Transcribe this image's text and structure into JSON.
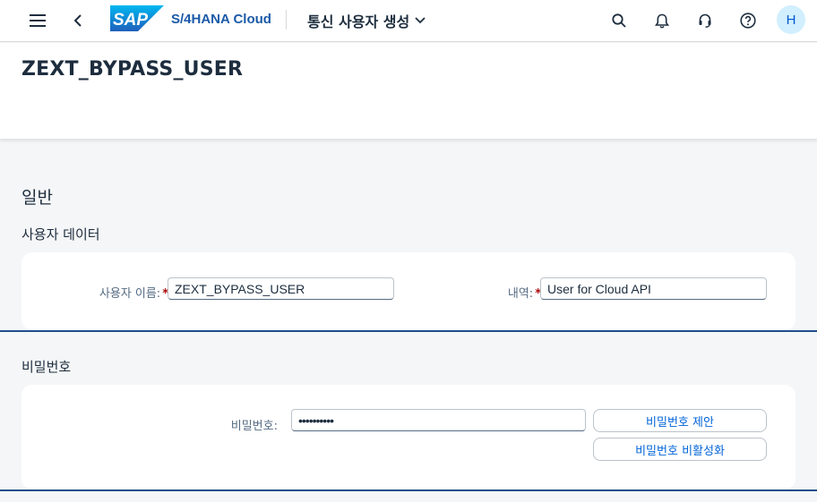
{
  "shell": {
    "brand_logo_text": "SAP",
    "product_name": "S/4HANA Cloud",
    "app_title": "통신 사용자 생성",
    "avatar_initial": "H",
    "brand_color": "#0a6ed1"
  },
  "header": {
    "object_title": "ZEXT_BYPASS_USER"
  },
  "general": {
    "section_title": "일반",
    "subsection_title": "사용자 데이터",
    "username_label": "사용자 이름:",
    "username_value": "ZEXT_BYPASS_USER",
    "description_label": "내역:",
    "description_value": "User for Cloud API",
    "required_marker": "*"
  },
  "password": {
    "subsection_title": "비밀번호",
    "password_label": "비밀번호:",
    "password_value": "••••••••••",
    "propose_button": "비밀번호 제안",
    "deactivate_button": "비밀번호 비활성화"
  }
}
